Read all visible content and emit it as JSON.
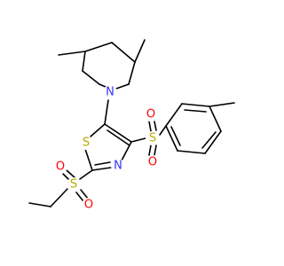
{
  "diagram": {
    "atom_labels": {
      "n_piperidine": "N",
      "s_thiazole": "S",
      "n_thiazole": "N",
      "s_sulfonyl_aryl": "S",
      "o_aryl_top": "O",
      "o_aryl_bottom": "O",
      "s_sulfonyl_ethyl": "S",
      "o_ethyl_top": "O",
      "o_ethyl_bottom": "O"
    },
    "colors": {
      "bond": "#000000",
      "nitrogen": "#3333ff",
      "sulfur": "#b8a800",
      "oxygen": "#ff0000",
      "background": "#ffffff"
    }
  }
}
